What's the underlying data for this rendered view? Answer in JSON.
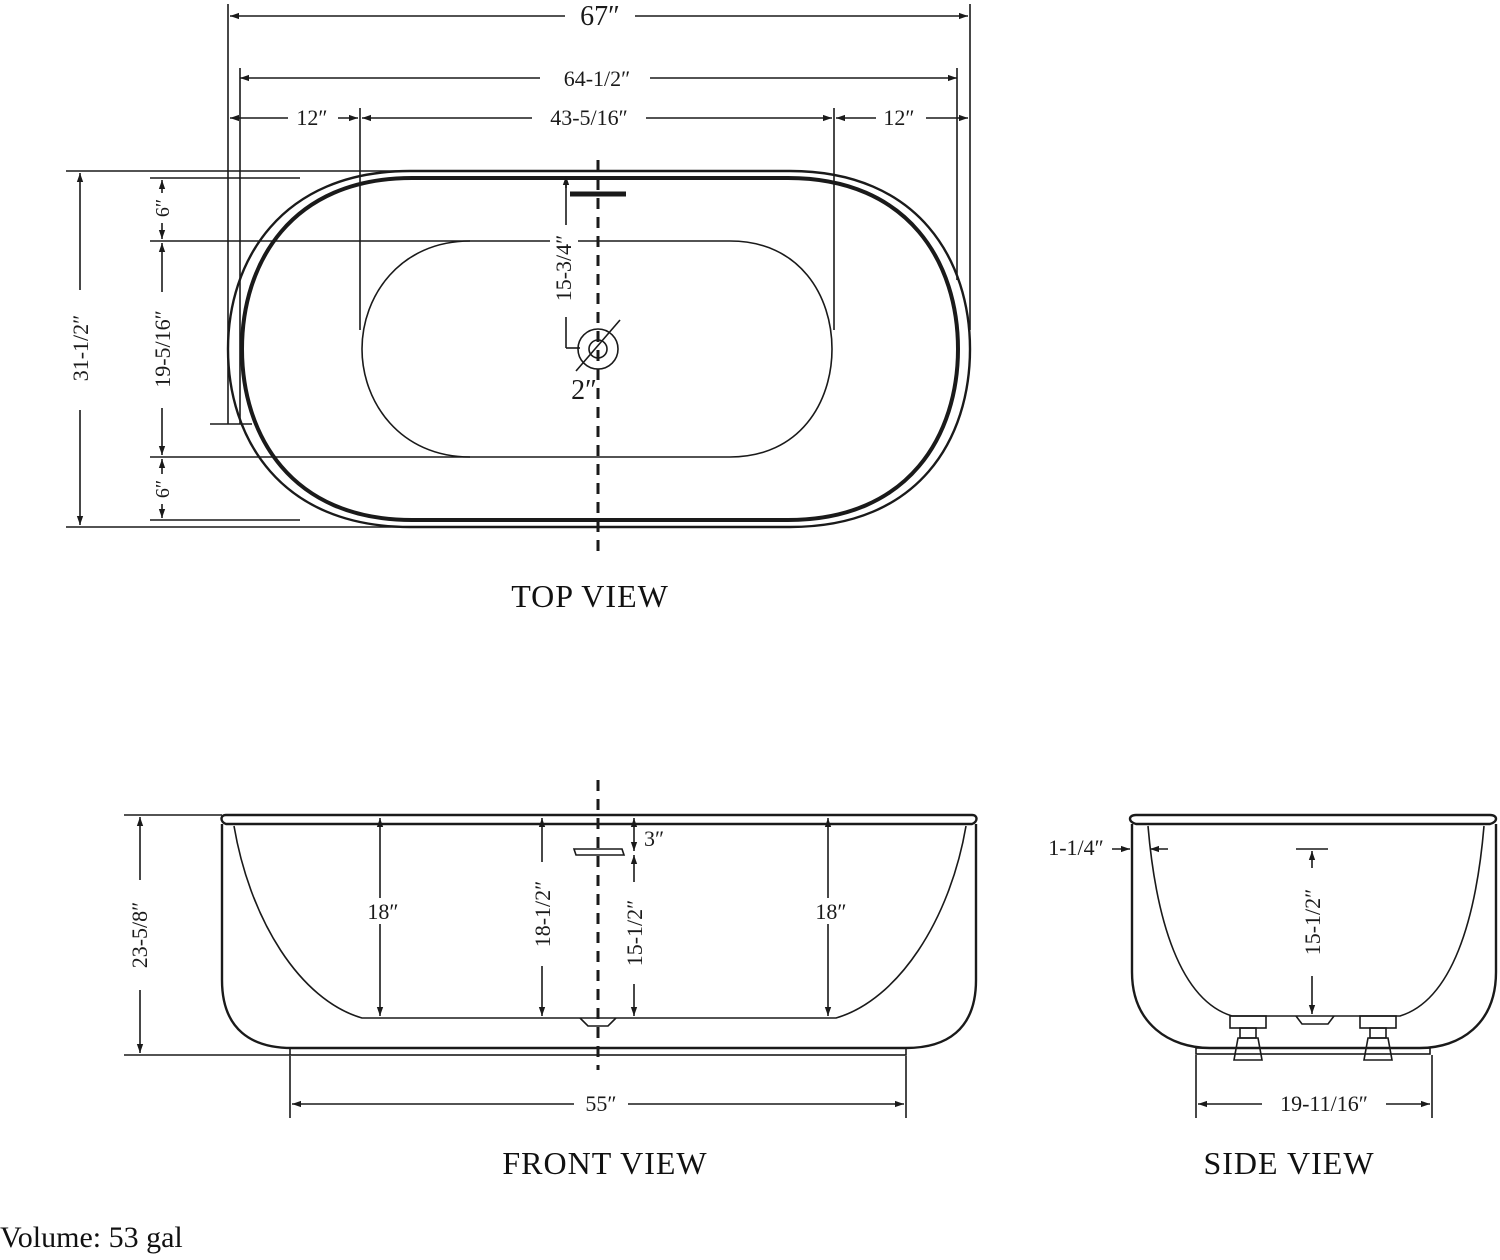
{
  "top_view": {
    "title": "TOP VIEW",
    "overall_length": "67″",
    "inner_length": "64-1/2″",
    "left_offset": "12″",
    "basin_length": "43-5/16″",
    "right_offset": "12″",
    "overall_width": "31-1/2″",
    "top_margin": "6″",
    "basin_width": "19-5/16″",
    "bottom_margin": "6″",
    "drain_offset": "15-3/4″",
    "drain_diameter": "2″"
  },
  "front_view": {
    "title": "FRONT VIEW",
    "overall_height": "23-5/8″",
    "left_depth": "18″",
    "center_depth": "18-1/2″",
    "overflow_drop": "3″",
    "overflow_height": "15-1/2″",
    "right_depth": "18″",
    "base_length": "55″"
  },
  "side_view": {
    "title": "SIDE VIEW",
    "rim_thickness": "1-1/4″",
    "water_depth": "15-1/2″",
    "base_width": "19-11/16″"
  },
  "volume": "Volume: 53 gal"
}
